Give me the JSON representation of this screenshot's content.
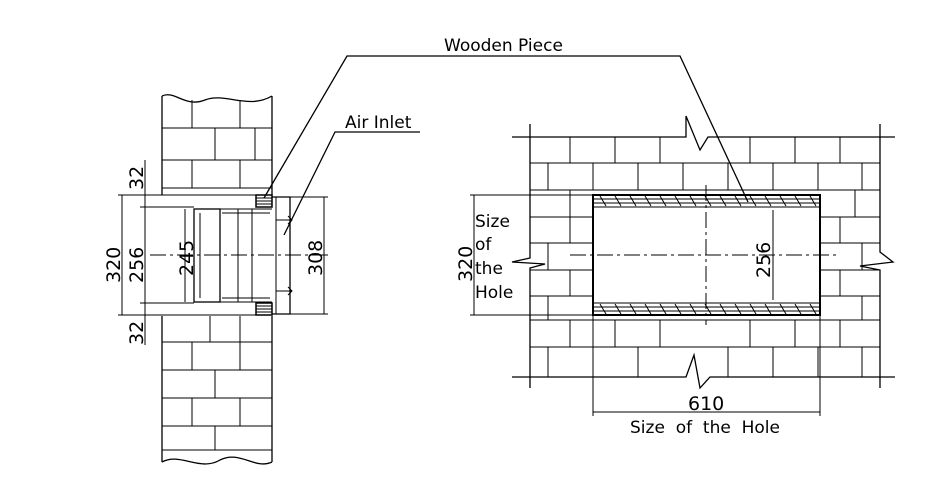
{
  "labels": {
    "wooden_piece": "Wooden Piece",
    "air_inlet": "Air Inlet",
    "size_of_the_hole_side": [
      "Size",
      "of",
      "the",
      "Hole"
    ],
    "size_of_the_hole_bottom": "Size  of  the  Hole"
  },
  "section_view": {
    "dim_top_frame": "32",
    "dim_outer": "320",
    "dim_inner": "256",
    "dim_bottom_frame": "32",
    "dim_duct": "245",
    "dim_flange": "308"
  },
  "front_view": {
    "dim_height": "320",
    "dim_inner_height": "256",
    "dim_width": "610"
  }
}
